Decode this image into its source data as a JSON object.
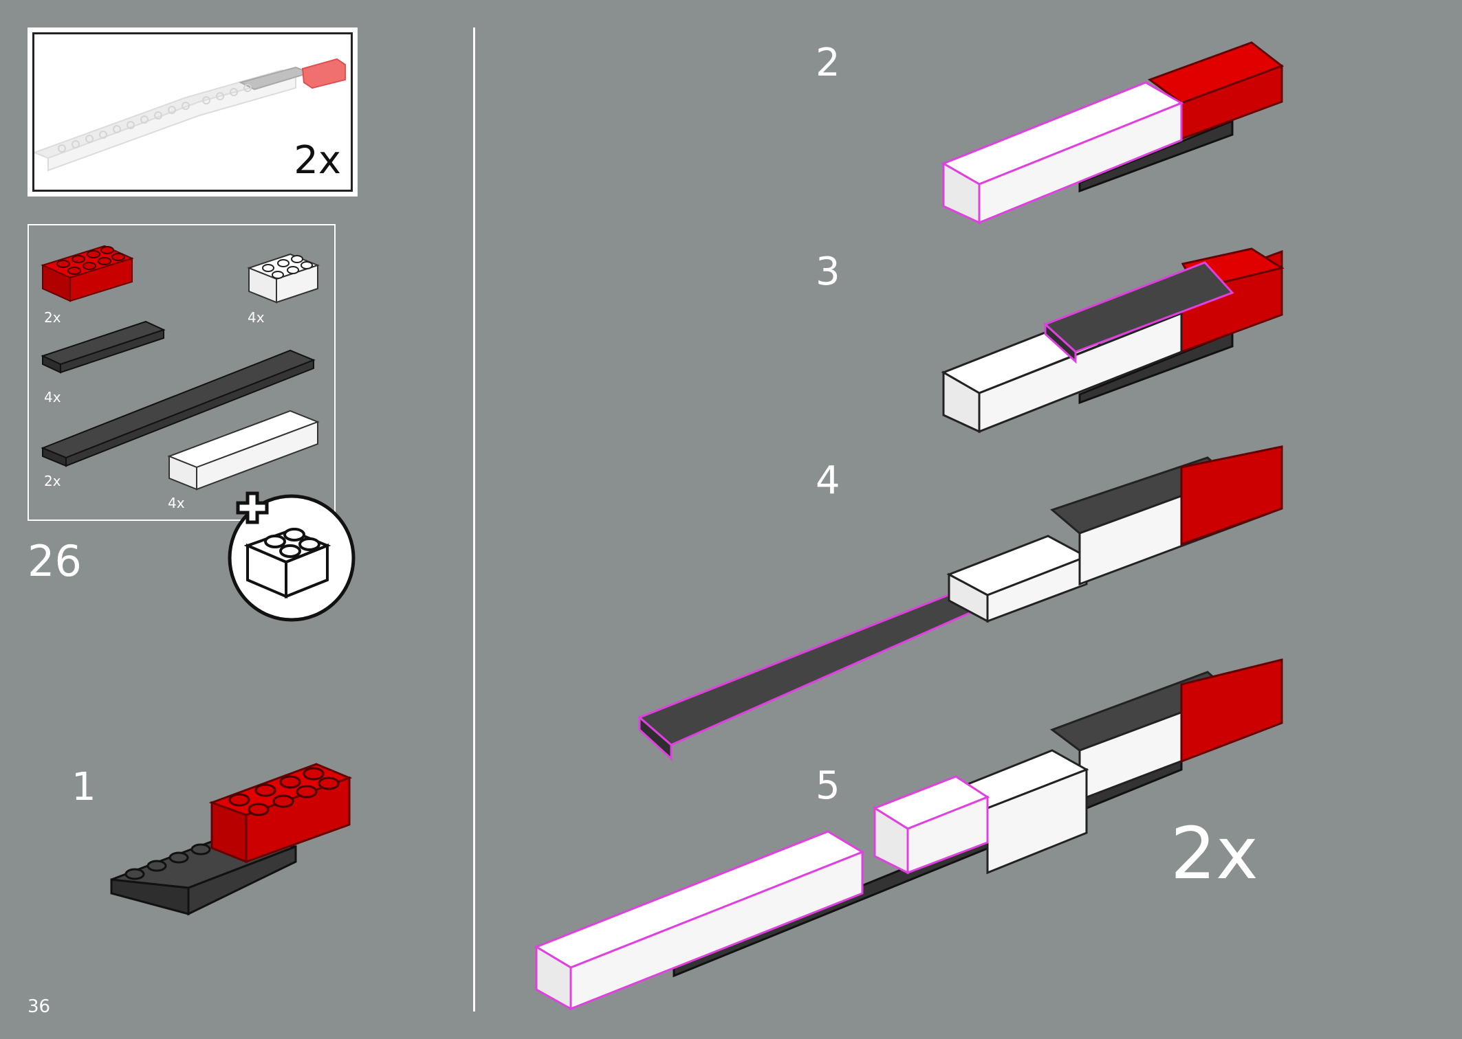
{
  "page": {
    "page_number": "36",
    "step_number": "26",
    "background": "#8a8f90"
  },
  "submodel_callout": {
    "multiplier": "2x",
    "preview_label": ""
  },
  "parts_list": {
    "items": [
      {
        "qty": "2x",
        "part": "red-brick-2x4"
      },
      {
        "qty": "4x",
        "part": "white-brick-2x4"
      },
      {
        "qty": "4x",
        "part": "dark-plate-2x6"
      },
      {
        "qty": "2x",
        "part": "dark-plate-2x16"
      },
      {
        "qty": "4x",
        "part": "white-brick-2x8"
      }
    ]
  },
  "add_bricks_icon": "plus-brick-icon",
  "substeps": [
    {
      "number": "1"
    },
    {
      "number": "2"
    },
    {
      "number": "3"
    },
    {
      "number": "4"
    },
    {
      "number": "5",
      "multiplier": "2x"
    }
  ],
  "colors": {
    "red": "#cc0000",
    "white": "#ffffff",
    "dark": "#3c3c3c",
    "highlight": "#e040e0",
    "panel_border": "#ffffff"
  }
}
